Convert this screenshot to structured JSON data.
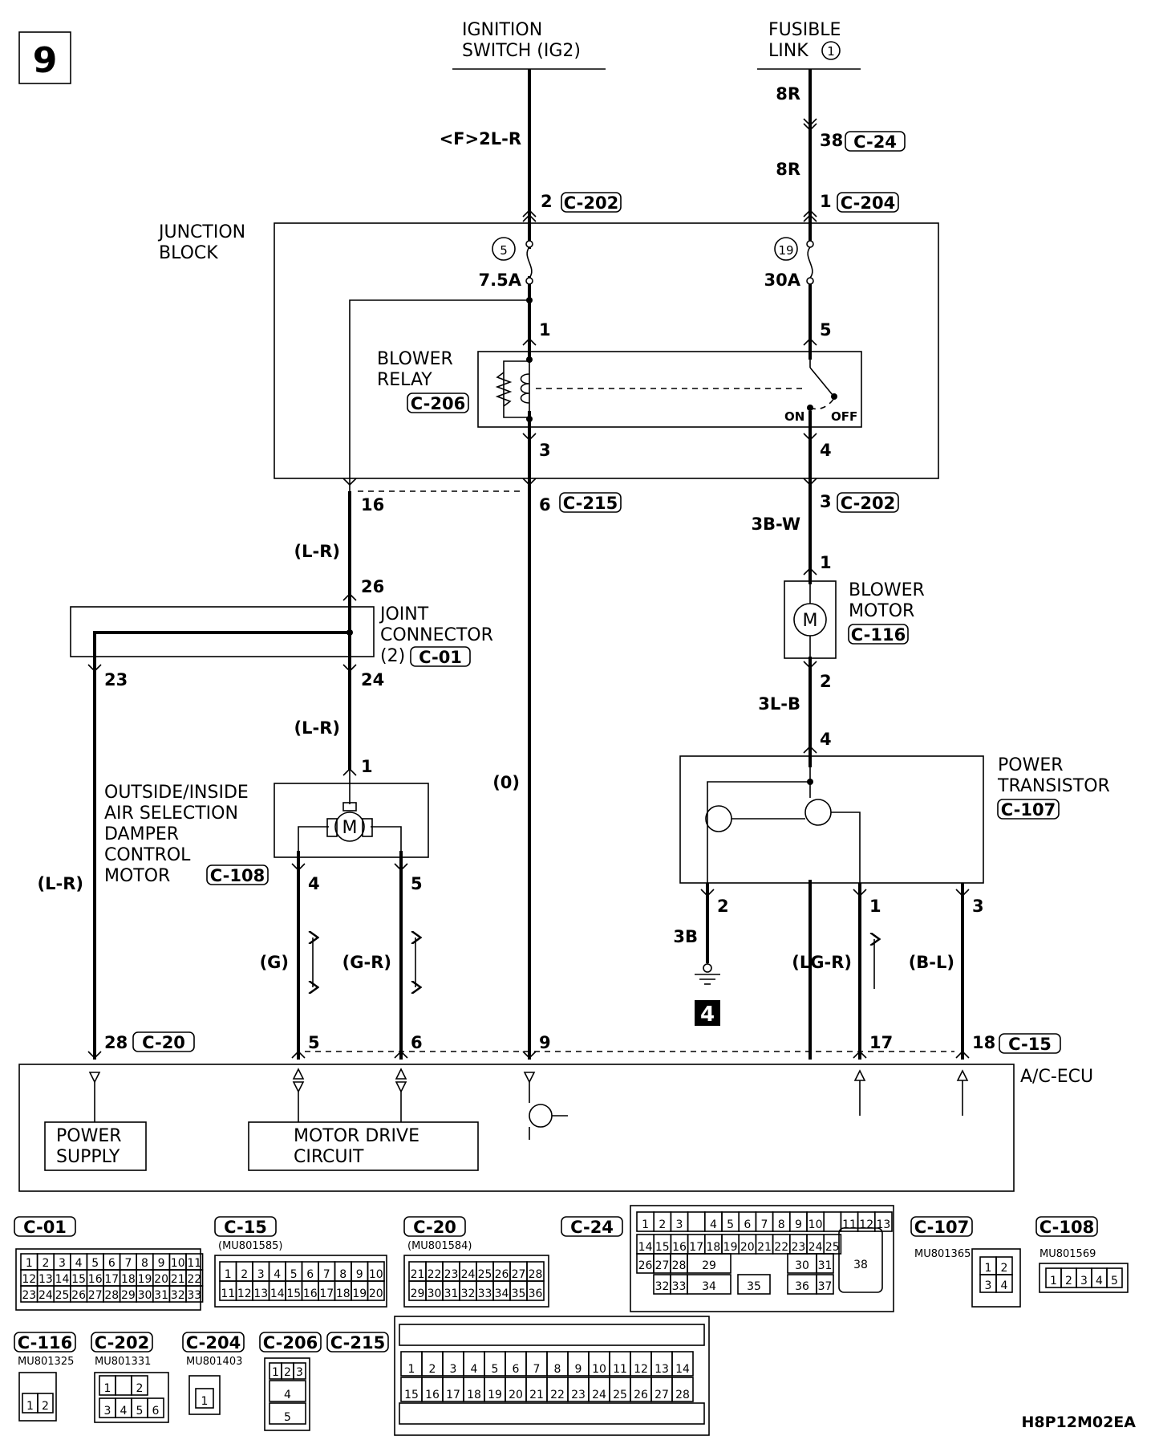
{
  "page_number": "9",
  "doc_code": "H8P12M02EA",
  "sources": {
    "ignition": [
      "IGNITION",
      "SWITCH (IG2)"
    ],
    "fusible_line1": "FUSIBLE",
    "fusible_line2": "LINK",
    "fusible_num": "1"
  },
  "wire_codes": {
    "ign_main": "<F>2L-R",
    "fl_top": "8R",
    "fl_bottom": "8R",
    "lr_upper": "(L-R)",
    "lr_mid": "(L-R)",
    "lr_left": "(L-R)",
    "o_center": "(0)",
    "b3w": "3B-W",
    "l3b": "3L-B",
    "b3": "3B",
    "g": "(G)",
    "gr": "(G-R)",
    "lgr": "(LG-R)",
    "bl": "(B-L)"
  },
  "connectors": {
    "c202_top": "C-202",
    "c24": "C-24",
    "c204": "C-204",
    "c206": "C-206",
    "c215": "C-215",
    "c202_mid": "C-202",
    "c01": "C-01",
    "c116": "C-116",
    "c107": "C-107",
    "c108": "C-108",
    "c20": "C-20",
    "c15": "C-15"
  },
  "pins": {
    "p2_c202": "2",
    "p38_c24": "38",
    "p1_c204": "1",
    "p1_relay": "1",
    "p5_relay": "5",
    "p3_relay": "3",
    "p4_relay": "4",
    "p16": "16",
    "p6": "6",
    "p3_c202": "3",
    "p26": "26",
    "p23": "23",
    "p24": "24",
    "p1_motor": "1",
    "p2_motor": "2",
    "p4_pt": "4",
    "p1_damper": "1",
    "p4_damper": "4",
    "p5_damper": "5",
    "p2_pt": "2",
    "p1_pt": "1",
    "p3_pt": "3",
    "p28": "28",
    "p5_ecu": "5",
    "p6_ecu": "6",
    "p9_ecu": "9",
    "p17_ecu": "17",
    "p18_ecu": "18"
  },
  "fuses": {
    "f5_num": "5",
    "f5_rating": "7.5A",
    "f19_num": "19",
    "f19_rating": "30A"
  },
  "components": {
    "junction_block": [
      "JUNCTION",
      "BLOCK"
    ],
    "blower_relay": [
      "BLOWER",
      "RELAY"
    ],
    "relay_on": "ON",
    "relay_off": "OFF",
    "joint_connector": [
      "JOINT",
      "CONNECTOR"
    ],
    "joint_connector_num": "(2)",
    "blower_motor": [
      "BLOWER",
      "MOTOR"
    ],
    "power_transistor": [
      "POWER",
      "TRANSISTOR"
    ],
    "damper_motor": [
      "OUTSIDE/INSIDE",
      "AIR SELECTION",
      "DAMPER",
      "CONTROL",
      "MOTOR"
    ],
    "ac_ecu": "A/C-ECU",
    "power_supply": [
      "POWER",
      "SUPPLY"
    ],
    "motor_drive": [
      "MOTOR DRIVE",
      "CIRCUIT"
    ],
    "motor_symbol": "M",
    "ground_ref": "4"
  },
  "connector_views": {
    "c01": {
      "tag": "C-01",
      "rows": [
        [
          "1",
          "2",
          "3",
          "4",
          "5",
          "6",
          "7",
          "8",
          "9",
          "10",
          "11"
        ],
        [
          "12",
          "13",
          "14",
          "15",
          "16",
          "17",
          "18",
          "19",
          "20",
          "21",
          "22"
        ],
        [
          "23",
          "24",
          "25",
          "26",
          "27",
          "28",
          "29",
          "30",
          "31",
          "32",
          "33"
        ]
      ]
    },
    "c15": {
      "tag": "C-15",
      "part": "(MU801585)",
      "rows": [
        [
          "1",
          "2",
          "3",
          "4",
          "5",
          "6",
          "7",
          "8",
          "9",
          "10"
        ],
        [
          "11",
          "12",
          "13",
          "14",
          "15",
          "16",
          "17",
          "18",
          "19",
          "20"
        ]
      ]
    },
    "c20": {
      "tag": "C-20",
      "part": "(MU801584)",
      "rows": [
        [
          "21",
          "22",
          "23",
          "24",
          "25",
          "26",
          "27",
          "28"
        ],
        [
          "29",
          "30",
          "31",
          "32",
          "33",
          "34",
          "35",
          "36"
        ]
      ]
    },
    "c24": {
      "tag": "C-24",
      "rows": [
        [
          "1",
          "2",
          "3",
          "",
          "4",
          "5",
          "6",
          "7",
          "8",
          "9",
          "10",
          "",
          "11",
          "12",
          "13"
        ],
        [
          "14",
          "15",
          "16",
          "17",
          "18",
          "19",
          "20",
          "21",
          "22",
          "23",
          "24",
          "25"
        ],
        [
          "26",
          "27",
          "28",
          "29",
          "30",
          "31"
        ],
        [
          "32",
          "33",
          "34",
          "35",
          "36",
          "37"
        ]
      ],
      "big": "38"
    },
    "c107": {
      "tag": "C-107",
      "part": "MU801365",
      "rows": [
        [
          "1",
          "2"
        ],
        [
          "3",
          "4"
        ]
      ]
    },
    "c108": {
      "tag": "C-108",
      "part": "MU801569",
      "rows": [
        [
          "1",
          "2",
          "3",
          "4",
          "5"
        ]
      ]
    },
    "c116": {
      "tag": "C-116",
      "part": "MU801325",
      "rows": [
        [
          "1",
          "2"
        ]
      ]
    },
    "c202": {
      "tag": "C-202",
      "part": "MU801331",
      "rows": [
        [
          "1",
          "",
          "2"
        ],
        [
          "3",
          "4",
          "5",
          "6"
        ]
      ]
    },
    "c204": {
      "tag": "C-204",
      "part": "MU801403",
      "rows": [
        [
          "1"
        ]
      ]
    },
    "c206": {
      "tag": "C-206",
      "rows": [
        [
          "1",
          "2",
          "3"
        ],
        [
          "4"
        ],
        [
          "5"
        ]
      ]
    },
    "c215": {
      "tag": "C-215",
      "rows": [
        [
          "1",
          "2",
          "3",
          "4",
          "5",
          "6",
          "7",
          "8",
          "9",
          "10",
          "11",
          "12",
          "13",
          "14"
        ],
        [
          "15",
          "16",
          "17",
          "18",
          "19",
          "20",
          "21",
          "22",
          "23",
          "24",
          "25",
          "26",
          "27",
          "28"
        ]
      ]
    }
  }
}
